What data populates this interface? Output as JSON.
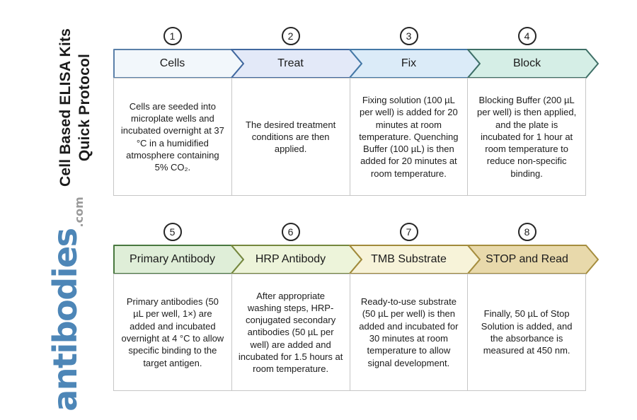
{
  "sidebar": {
    "title_line1": "Cell Based ELISA Kits",
    "title_line2": "Quick Protocol",
    "logo_text": "antibodies",
    "logo_suffix": ".com",
    "logo_color": "#4d86b7",
    "logo_suffix_color": "#9a9a9a"
  },
  "steps": [
    {
      "number": "1",
      "label": "Cells",
      "description": "Cells are seeded into microplate wells and incubated overnight at 37 °C in a humidified atmosphere containing 5% CO₂.",
      "fill": "#f2f7fb",
      "border": "#5b80a9"
    },
    {
      "number": "2",
      "label": "Treat",
      "description": "The desired treatment conditions are then applied.",
      "fill": "#e3e9f8",
      "border": "#41689f"
    },
    {
      "number": "3",
      "label": "Fix",
      "description": "Fixing solution (100 µL per well) is added for 20 minutes at room temperature. Quenching Buffer (100 µL) is then added for 20 minutes at room temperature.",
      "fill": "#dbebf8",
      "border": "#4478a6"
    },
    {
      "number": "4",
      "label": "Block",
      "description": "Blocking Buffer (200 µL per well) is then applied, and the plate is incubated for 1 hour at room temperature to reduce non-specific binding.",
      "fill": "#d5eee6",
      "border": "#3e6f66"
    },
    {
      "number": "5",
      "label": "Primary Antibody",
      "description": "Primary antibodies (50 µL per well, 1×) are added and incubated overnight at 4 °C to allow specific binding to the target antigen.",
      "fill": "#dfeed8",
      "border": "#49783f"
    },
    {
      "number": "6",
      "label": "HRP Antibody",
      "description": "After appropriate washing steps, HRP-conjugated secondary antibodies (50 µL per well) are added and incubated for 1.5 hours at room temperature.",
      "fill": "#edf4da",
      "border": "#75873d"
    },
    {
      "number": "7",
      "label": "TMB Substrate",
      "description": "Ready-to-use substrate (50 µL per well) is then added and incubated for 30 minutes at room temperature to allow signal development.",
      "fill": "#f7f3d9",
      "border": "#a18a3a"
    },
    {
      "number": "8",
      "label": "STOP and Read",
      "description": "Finally, 50 µL of Stop Solution is added, and the absorbance is measured at 450 nm.",
      "fill": "#e8d9ab",
      "border": "#a58d3e"
    }
  ]
}
